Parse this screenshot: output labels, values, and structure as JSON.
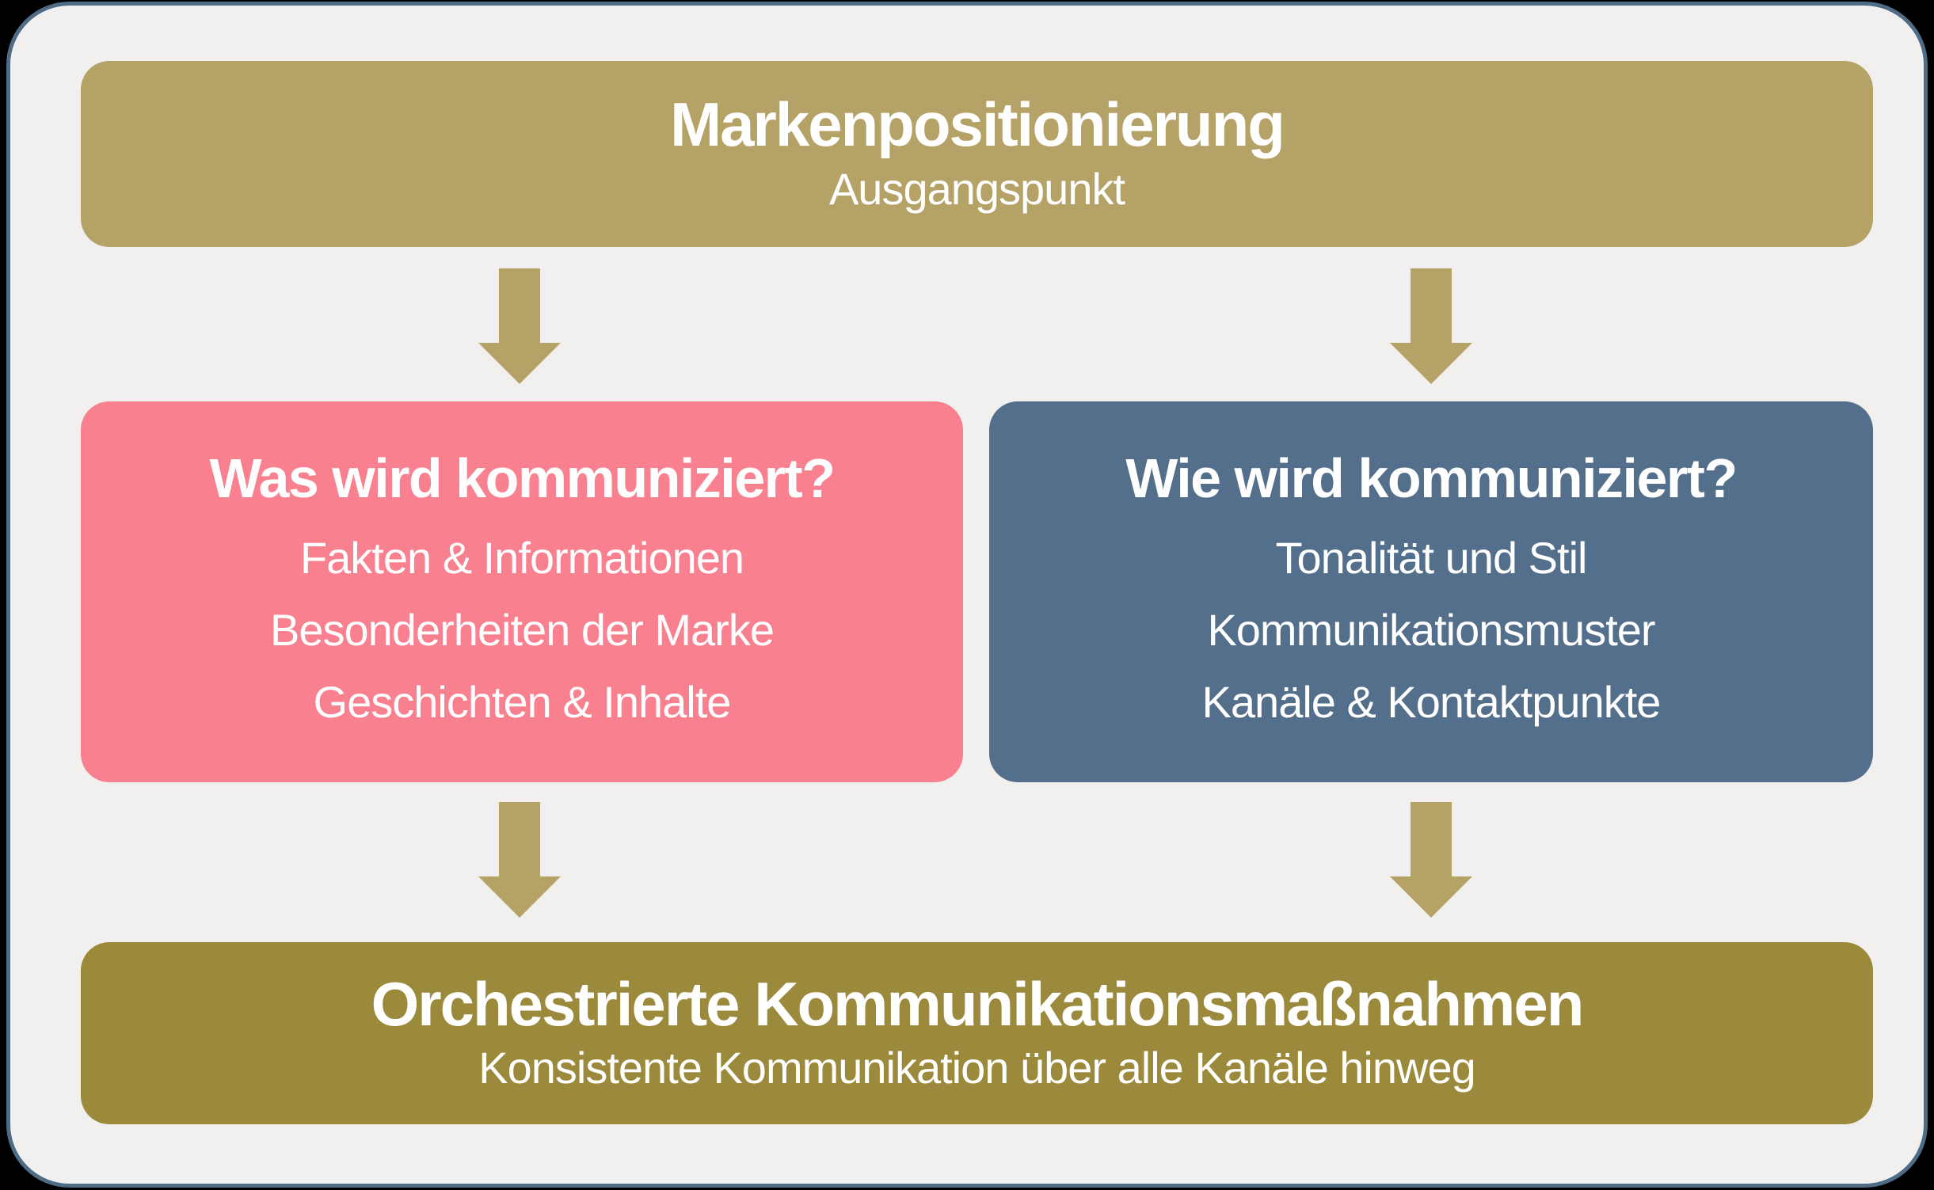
{
  "diagram": {
    "start": {
      "title": "Markenpositionierung",
      "subtitle": "Ausgangspunkt"
    },
    "what": {
      "title": "Was wird kommuniziert?",
      "items": [
        "Fakten & Informationen",
        "Besonderheiten der Marke",
        "Geschichten & Inhalte"
      ]
    },
    "how": {
      "title": "Wie wird kommuniziert?",
      "items": [
        "Tonalität und Stil",
        "Kommunikationsmuster",
        "Kanäle & Kontaktpunkte"
      ]
    },
    "result": {
      "title": "Orchestrierte Kommunikationsmaßnahmen",
      "subtitle": "Konsistente Kommunikation über alle Kanäle hinweg"
    }
  },
  "colors": {
    "page_background": "#000000",
    "canvas": "#f1f0ee",
    "frame_border": "#4f6c87",
    "start_box": "#b5a266",
    "what_box": "#f9808f",
    "how_box": "#546f8b",
    "result_box": "#9b8a3c",
    "arrow": "#b5a266",
    "text": "#ffffff"
  }
}
